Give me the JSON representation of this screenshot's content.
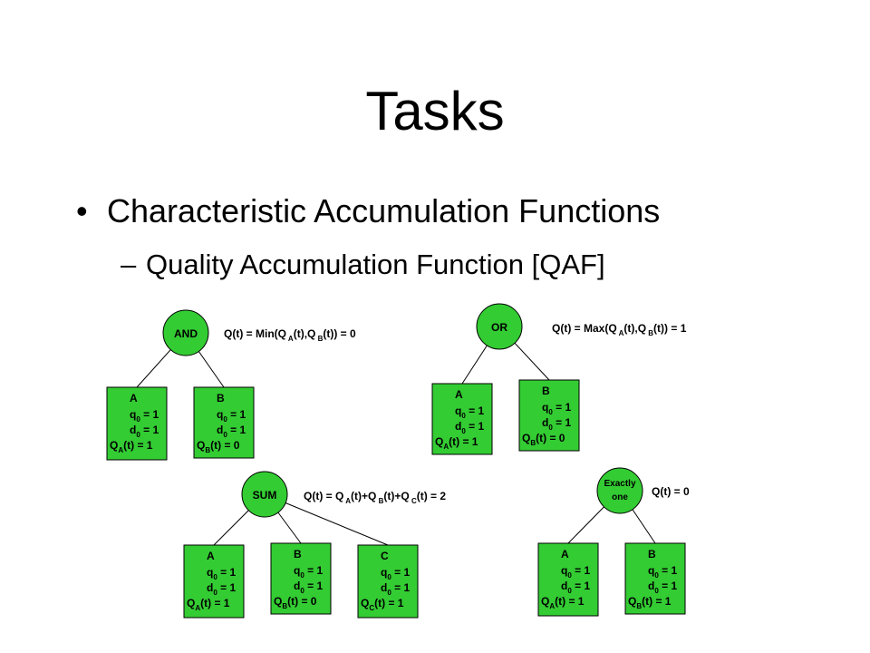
{
  "slide": {
    "title": "Tasks",
    "bullet": "Characteristic Accumulation Functions",
    "subbullet": "Quality Accumulation Function [QAF]"
  },
  "colors": {
    "fill": "#33CC33",
    "stroke": "#000000"
  },
  "trees": {
    "and": {
      "root": "AND",
      "formula": {
        "a": "Q(t) = Min(Q",
        "s1": "A",
        "b": "(t),Q",
        "s2": "B",
        "c": "(t)) = 0"
      },
      "children": [
        {
          "name": "A",
          "q0": "= 1",
          "d0": "= 1",
          "qsub": "A",
          "q": "(t) = 1"
        },
        {
          "name": "B",
          "q0": "= 1",
          "d0": "= 1",
          "qsub": "B",
          "q": "(t) = 0"
        }
      ]
    },
    "or": {
      "root": "OR",
      "formula": {
        "a": "Q(t) = Max(Q",
        "s1": "A",
        "b": "(t),Q",
        "s2": "B",
        "c": "(t)) = 1"
      },
      "children": [
        {
          "name": "A",
          "q0": "= 1",
          "d0": "= 1",
          "qsub": "A",
          "q": "(t) = 1"
        },
        {
          "name": "B",
          "q0": "= 1",
          "d0": "= 1",
          "qsub": "B",
          "q": "(t) = 0"
        }
      ]
    },
    "sum": {
      "root": "SUM",
      "formula": {
        "a": "Q(t) = Q",
        "s1": "A",
        "b": "(t)+Q",
        "s2": "B",
        "c": "(t)+Q",
        "s3": "C",
        "d": "(t) = 2"
      },
      "children": [
        {
          "name": "A",
          "q0": "= 1",
          "d0": "= 1",
          "qsub": "A",
          "q": "(t) = 1"
        },
        {
          "name": "B",
          "q0": "= 1",
          "d0": "= 1",
          "qsub": "B",
          "q": "(t) = 0"
        },
        {
          "name": "C",
          "q0": "= 1",
          "d0": "= 1",
          "qsub": "C",
          "q": "(t) = 1"
        }
      ]
    },
    "exactly_one": {
      "root_line1": "Exactly",
      "root_line2": "one",
      "formula": "Q(t) = 0",
      "children": [
        {
          "name": "A",
          "q0": "= 1",
          "d0": "= 1",
          "qsub": "A",
          "q": "(t) = 1"
        },
        {
          "name": "B",
          "q0": "= 1",
          "d0": "= 1",
          "qsub": "B",
          "q": "(t) = 1"
        }
      ]
    }
  }
}
